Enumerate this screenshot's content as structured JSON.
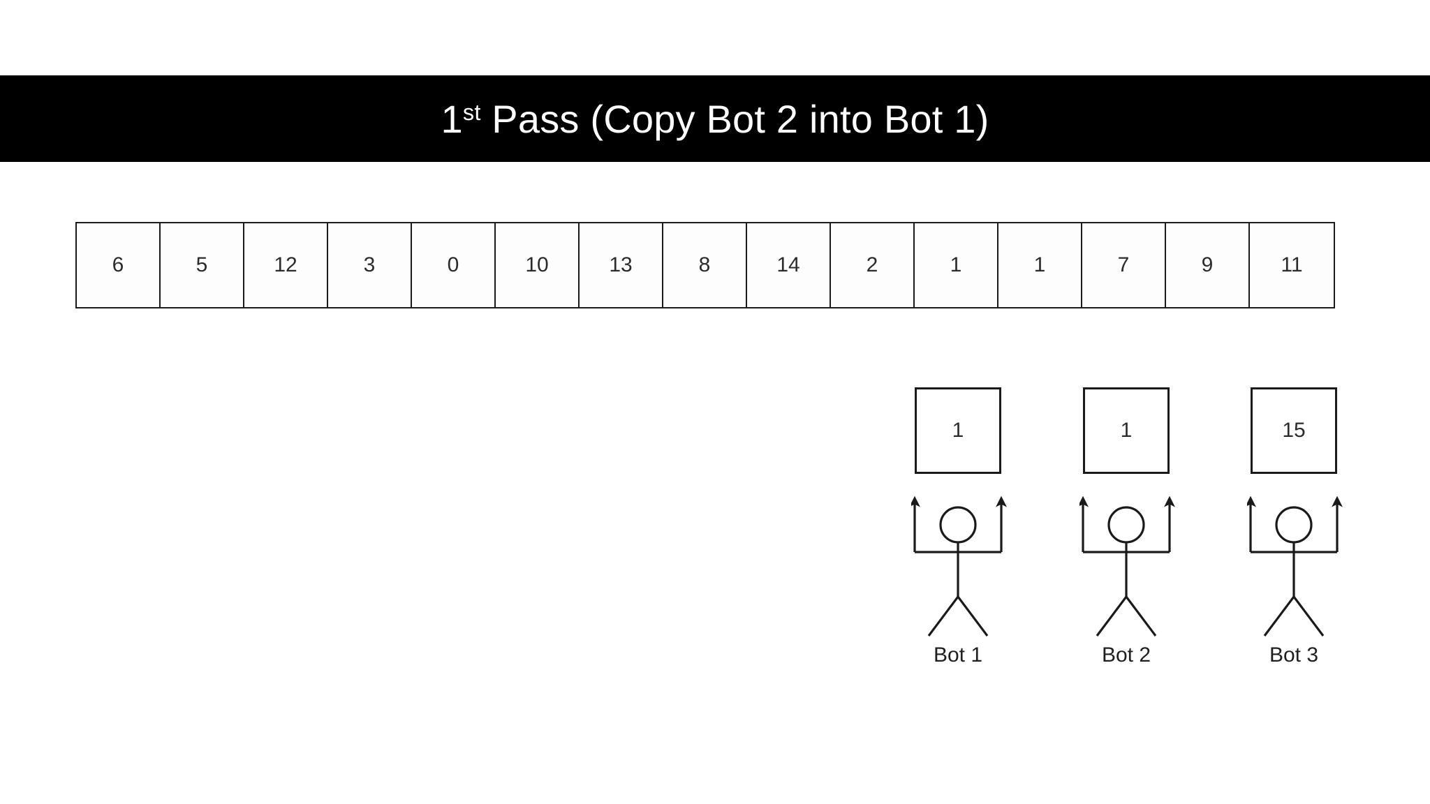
{
  "slide": {
    "title": {
      "lead": "1",
      "ordinal_suffix": "st",
      "rest": " Pass (Copy Bot 2 into Bot 1)",
      "banner_color": "#000000",
      "text_color": "#ffffff"
    },
    "background_color": "#ffffff"
  },
  "array": {
    "name": "data-array",
    "cell_count": 15,
    "values": [
      "6",
      "5",
      "12",
      "3",
      "0",
      "10",
      "13",
      "8",
      "14",
      "2",
      "1",
      "1",
      "7",
      "9",
      "11"
    ],
    "border_color": "#1a1a1a",
    "fill_color": "#fdfdfd"
  },
  "bots": [
    {
      "label": "Bot 1",
      "held_value": "1"
    },
    {
      "label": "Bot 2",
      "held_value": "1"
    },
    {
      "label": "Bot 3",
      "held_value": "15"
    }
  ]
}
